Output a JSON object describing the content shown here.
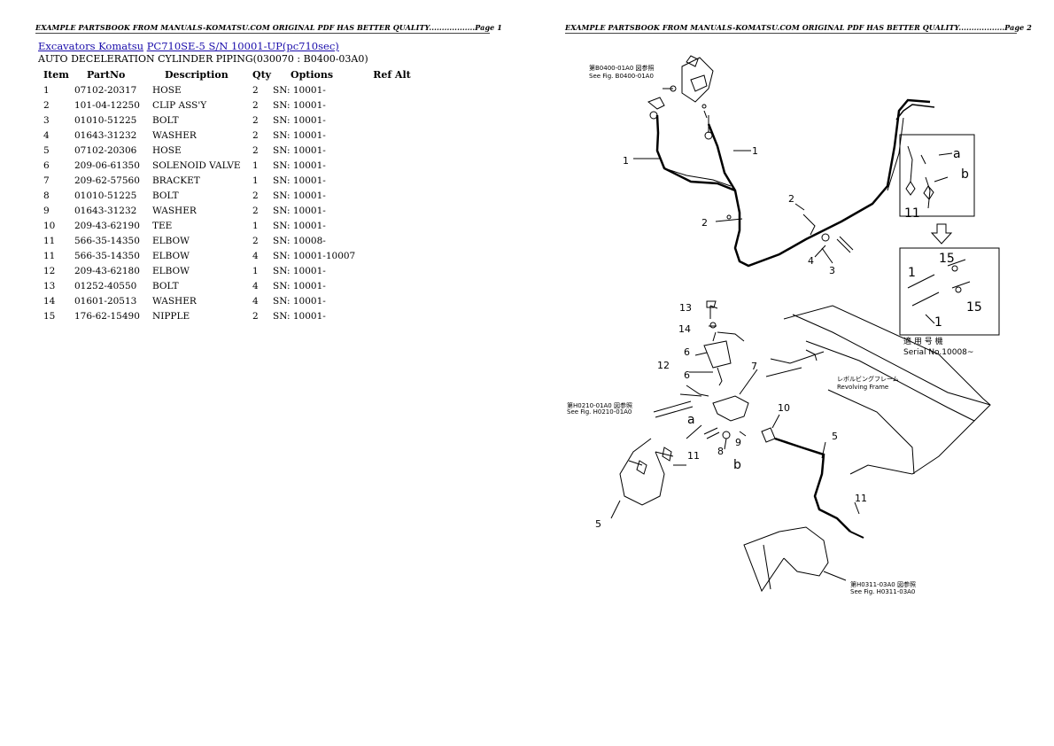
{
  "header": {
    "left": "EXAMPLE PARTSBOOK FROM MANUALS-KOMATSU.COM ORIGINAL PDF HAS BETTER QUALITY..................Page 1",
    "right": "EXAMPLE PARTSBOOK FROM MANUALS-KOMATSU.COM ORIGINAL PDF HAS BETTER QUALITY..................Page 2"
  },
  "breadcrumb": {
    "link1": "Excavators Komatsu",
    "link2": "PC710SE-5 S/N 10001-UP(pc710sec)"
  },
  "subtitle": "AUTO DECELERATION CYLINDER PIPING(030070 : B0400-03A0)",
  "table": {
    "headers": [
      "Item",
      "PartNo",
      "Description",
      "Qty",
      "Options",
      "Ref Alt"
    ],
    "rows": [
      [
        "1",
        "07102-20317",
        "HOSE",
        "2",
        "SN: 10001-",
        ""
      ],
      [
        "2",
        "101-04-12250",
        "CLIP ASS'Y",
        "2",
        "SN: 10001-",
        ""
      ],
      [
        "3",
        "01010-51225",
        "BOLT",
        "2",
        "SN: 10001-",
        ""
      ],
      [
        "4",
        "01643-31232",
        "WASHER",
        "2",
        "SN: 10001-",
        ""
      ],
      [
        "5",
        "07102-20306",
        "HOSE",
        "2",
        "SN: 10001-",
        ""
      ],
      [
        "6",
        "209-06-61350",
        "SOLENOID VALVE",
        "1",
        "SN: 10001-",
        ""
      ],
      [
        "7",
        "209-62-57560",
        "BRACKET",
        "1",
        "SN: 10001-",
        ""
      ],
      [
        "8",
        "01010-51225",
        "BOLT",
        "2",
        "SN: 10001-",
        ""
      ],
      [
        "9",
        "01643-31232",
        "WASHER",
        "2",
        "SN: 10001-",
        ""
      ],
      [
        "10",
        "209-43-62190",
        "TEE",
        "1",
        "SN: 10001-",
        ""
      ],
      [
        "11",
        "566-35-14350",
        "ELBOW",
        "2",
        "SN: 10008-",
        ""
      ],
      [
        "11",
        "566-35-14350",
        "ELBOW",
        "4",
        "SN: 10001-10007",
        ""
      ],
      [
        "12",
        "209-43-62180",
        "ELBOW",
        "1",
        "SN: 10001-",
        ""
      ],
      [
        "13",
        "01252-40550",
        "BOLT",
        "4",
        "SN: 10001-",
        ""
      ],
      [
        "14",
        "01601-20513",
        "WASHER",
        "4",
        "SN: 10001-",
        ""
      ],
      [
        "15",
        "176-62-15490",
        "NIPPLE",
        "2",
        "SN: 10001-",
        ""
      ]
    ]
  },
  "diagram": {
    "callouts": [
      "1",
      "1",
      "2",
      "2",
      "3",
      "4",
      "5",
      "5",
      "6",
      "6",
      "7",
      "8",
      "9",
      "10",
      "11",
      "11",
      "12",
      "13",
      "14"
    ],
    "ref_b0400_jp": "第B0400-01A0 図参照",
    "ref_b0400": "See Fig. B0400-01A0",
    "ref_h0210_jp": "第H0210-01A0 図参照",
    "ref_h0210": "See Fig. H0210-01A0",
    "ref_h0311_jp": "第H0311-03A0 図参照",
    "ref_h0311": "See Fig. H0311-03A0",
    "frame_jp": "レボルビングフレーム",
    "frame_en": "Revolving Frame",
    "detail_a": "a",
    "detail_b": "b",
    "detail_11": "11",
    "detail_15a": "15",
    "detail_15b": "15",
    "detail_1a": "1",
    "detail_1b": "1",
    "serial_jp": "適 用 号 機",
    "serial_en": "Serial No.10008~",
    "point_a": "a",
    "point_b": "b"
  }
}
